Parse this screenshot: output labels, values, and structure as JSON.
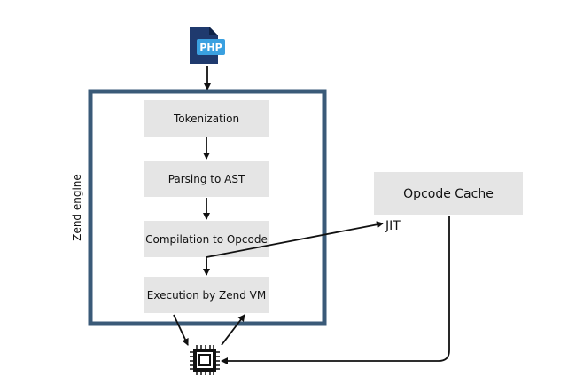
{
  "logo": {
    "text": "PHP",
    "icon": "php-file-icon"
  },
  "engine": {
    "label": "Zend engine",
    "border_color": "#3a5a78",
    "stages": [
      {
        "label": "Tokenization"
      },
      {
        "label": "Parsing to AST"
      },
      {
        "label": "Compilation to Opcode"
      },
      {
        "label": "Execution by Zend VM"
      }
    ]
  },
  "opcode_cache": {
    "label": "Opcode Cache"
  },
  "jit": {
    "label": "JIT"
  },
  "cpu": {
    "icon": "cpu-chip-icon"
  },
  "colors": {
    "box_fill": "#e5e5e5",
    "arrow": "#111111",
    "php_dark": "#1f3a6e",
    "php_light": "#3aa0e0"
  }
}
